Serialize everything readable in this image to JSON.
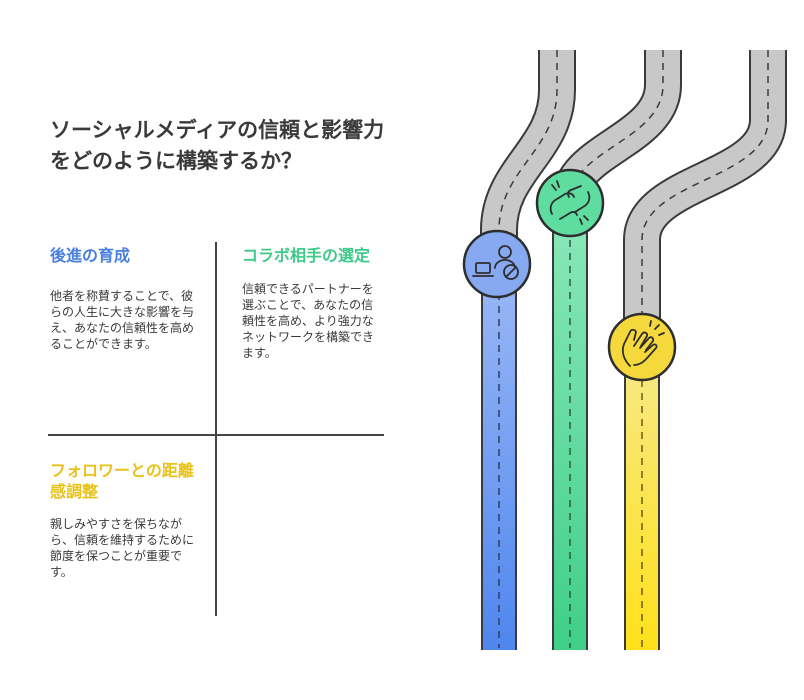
{
  "title": "ソーシャルメディアの信頼と影響力をどのように構築するか？",
  "sections": [
    {
      "id": "mentor",
      "heading": "後進の育成",
      "body": "他者を称賛することで、彼らの人生に大きな影響を与え、あなたの信頼性を高めることができます。",
      "color": "#4a7fe0",
      "icon": "person-laptop-icon"
    },
    {
      "id": "collab",
      "heading": "コラボ相手の選定",
      "body": "信頼できるパートナーを選ぶことで、あなたの信頼性を高め、より強力なネットワークを構築できます。",
      "color": "#3fc98a",
      "icon": "handshake-icon"
    },
    {
      "id": "distance",
      "heading": "フォロワーとの距離感調整",
      "body": "親しみやすさを保ちながら、信頼を維持するために節度を保つことが重要です。",
      "color": "#e8c21a",
      "icon": "clapping-hands-icon"
    }
  ],
  "colors": {
    "road": "#c8c8c8",
    "road_edge": "#3a3a3a",
    "blue": "#5b8ff0",
    "green": "#4cd694",
    "yellow": "#fde23a"
  }
}
